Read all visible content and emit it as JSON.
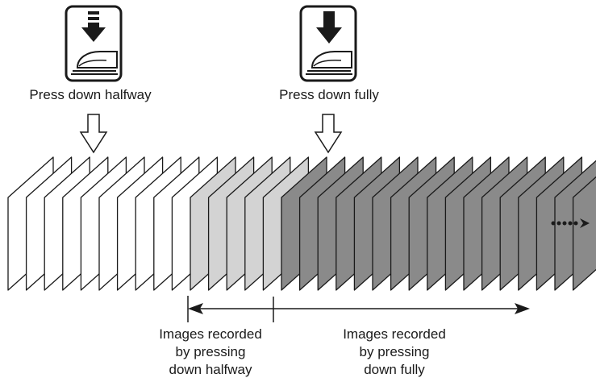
{
  "buttons": {
    "halfway": {
      "label": "Press down halfway",
      "icon": "shutter-half-press-icon"
    },
    "fully": {
      "label": "Press down fully",
      "icon": "shutter-full-press-icon"
    }
  },
  "frames": {
    "unrecorded_count": 10,
    "halfway_count": 5,
    "fully_count": 17,
    "colors": {
      "unrecorded": "#ffffff",
      "halfway": "#d3d3d3",
      "fully": "#8a8a8a",
      "stroke": "#1a1a1a"
    }
  },
  "ranges": {
    "halfway": "Images recorded\nby pressing\ndown halfway",
    "fully": "Images recorded\nby pressing\ndown fully"
  },
  "continuation": {
    "icon": "continues-arrow-icon"
  }
}
